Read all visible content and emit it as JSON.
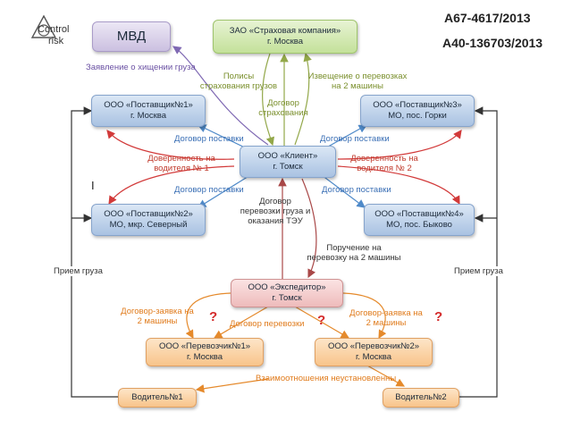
{
  "logo": {
    "line1": "Control",
    "line2": "risk"
  },
  "case_numbers": [
    "А67-4617/2013",
    "А40-136703/2013"
  ],
  "nodes": {
    "mvd": {
      "line1": "МВД"
    },
    "insurance": {
      "line1": "ЗАО «Страховая компания»",
      "line2": "г. Москва"
    },
    "supplier1": {
      "line1": "ООО «Поставщик№1»",
      "line2": "г. Москва"
    },
    "supplier3": {
      "line1": "ООО «Поставщик№3»",
      "line2": "МО, пос. Горки"
    },
    "client": {
      "line1": "ООО «Клиент»",
      "line2": "г. Томск"
    },
    "supplier2": {
      "line1": "ООО «Поставщик№2»",
      "line2": "МО, мкр. Северный"
    },
    "supplier4": {
      "line1": "ООО «Поставщик№4»",
      "line2": "МО, пос. Быково"
    },
    "forwarder": {
      "line1": "ООО «Экспедитор»",
      "line2": "г. Томск"
    },
    "carrier1": {
      "line1": "ООО «Перевозчик№1»",
      "line2": "г. Москва"
    },
    "carrier2": {
      "line1": "ООО «Перевозчик№2»",
      "line2": "г. Москва"
    },
    "driver1": {
      "line1": "Водитель№1"
    },
    "driver2": {
      "line1": "Водитель№2"
    }
  },
  "labels": {
    "theft_claim": "Заявление о хищении груза",
    "policies_1": "Полисы",
    "policies_2": "страхования грузов",
    "notice_1": "Извещение о перевозках",
    "notice_2": "на 2 машины",
    "ins_contract_1": "Договор",
    "ins_contract_2": "страхования",
    "supply_tl": "Договор поставки",
    "supply_tr": "Договор поставки",
    "supply_bl": "Договор поставки",
    "supply_br": "Договор поставки",
    "poa1_1": "Доверенность на",
    "poa1_2": "водителя № 1",
    "poa2_1": "Доверенность на",
    "poa2_2": "водителя № 2",
    "transport_1": "Договор",
    "transport_2": "перевозки груза и",
    "transport_3": "оказания ТЭУ",
    "order_1": "Поручение на",
    "order_2": "перевозку на 2 машины",
    "accept_left": "Прием груза",
    "accept_right": "Прием груза",
    "req_left_1": "Договор-заявка на",
    "req_left_2": "2 машины",
    "req_right_1": "Договор-заявка на",
    "req_right_2": "2 машины",
    "carriage_contract": "Договор перевозки",
    "undefined_rel": "Взаимоотношения неустановленны"
  },
  "question_mark": "?",
  "cursor_glyph": "I"
}
